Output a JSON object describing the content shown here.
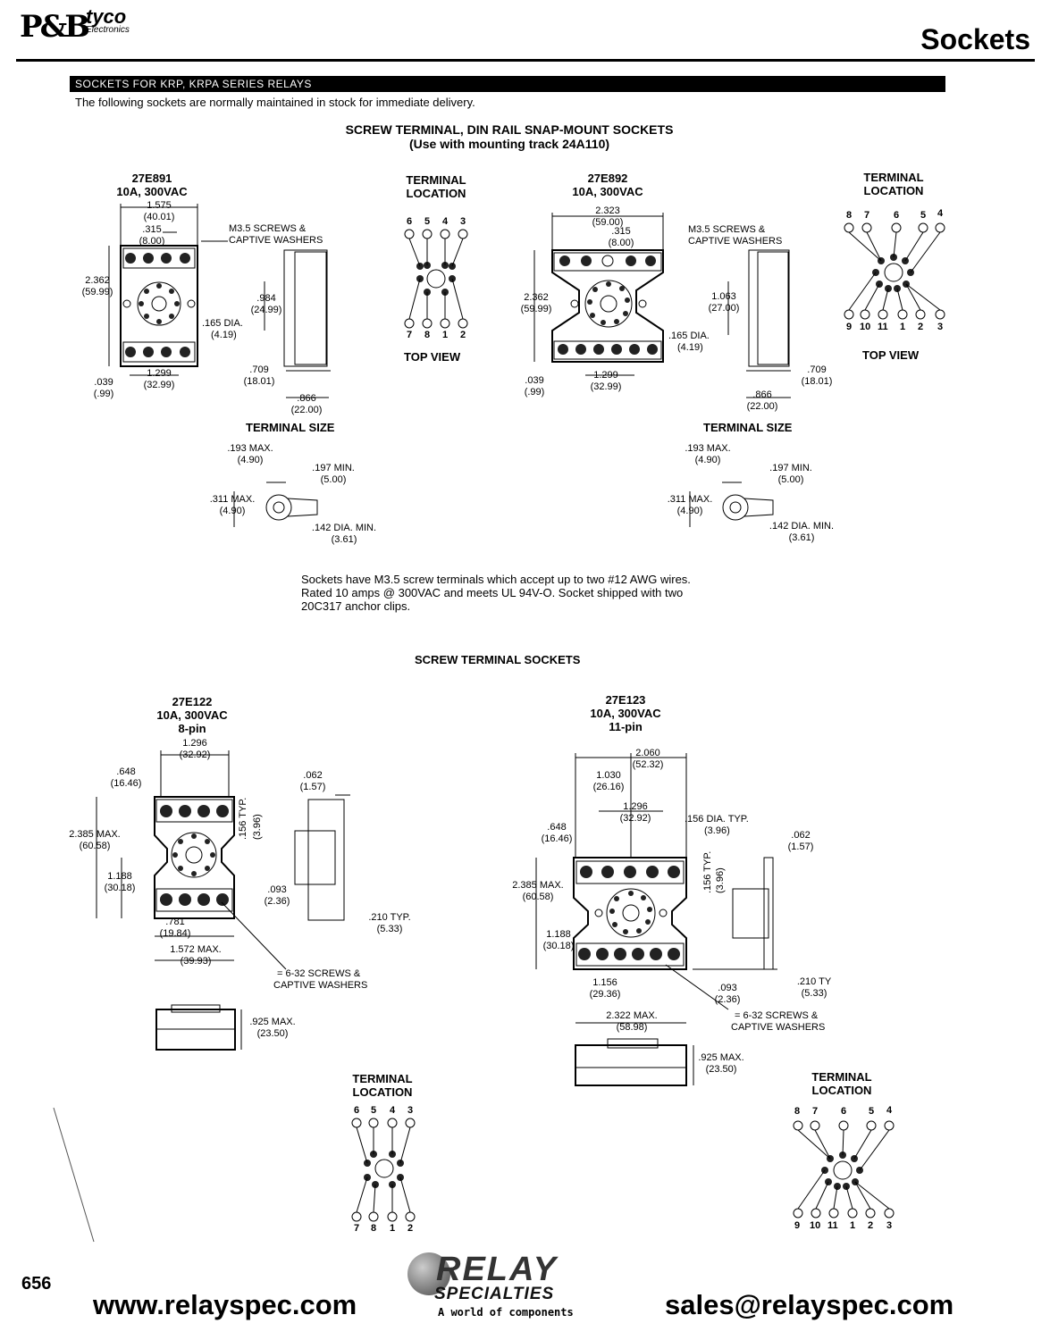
{
  "header": {
    "brand_logo": "P&B",
    "tyco": "tyco",
    "electronics": "Electronics",
    "title": "Sockets"
  },
  "banner": "SOCKETS FOR KRP, KRPA SERIES RELAYS",
  "intro": "The following sockets are normally maintained in stock for immediate delivery.",
  "section1": {
    "title": "SCREW TERMINAL, DIN RAIL SNAP-MOUNT SOCKETS",
    "subtitle": "(Use with mounting track 24A110)",
    "note": "Sockets have M3.5 screw terminals which accept up to two #12 AWG wires. Rated 10 amps @ 300VAC and meets UL 94V-O. Socket shipped with two 20C317 anchor clips.",
    "left": {
      "part": "27E891",
      "rating": "10A, 300VAC",
      "dims": {
        "w1": "1.575",
        "w1m": "(40.01)",
        "w2": ".315",
        "w2m": "(8.00)",
        "screws": "M3.5 SCREWS &",
        "screws2": "CAPTIVE WASHERS",
        "h": "2.362",
        "hm": "(59.99)",
        "side": ".984",
        "sidem": "(24.99)",
        "dia": ".165 DIA.",
        "diam": "(4.19)",
        "d709": ".709",
        "d709m": "(18.01)",
        "b": "1.299",
        "bm": "(32.99)",
        "e": ".039",
        "em": "(.99)",
        "f": ".866",
        "fm": "(22.00)"
      },
      "terminal_title": "TERMINAL",
      "terminal_title2": "LOCATION",
      "top_pins": [
        "6",
        "5",
        "4",
        "3"
      ],
      "bottom_pins": [
        "7",
        "8",
        "1",
        "2"
      ],
      "top_view": "TOP VIEW"
    },
    "right": {
      "part": "27E892",
      "rating": "10A, 300VAC",
      "dims": {
        "w1": "2.323",
        "w1m": "(59.00)",
        "w2": ".315",
        "w2m": "(8.00)",
        "screws": "M3.5 SCREWS &",
        "screws2": "CAPTIVE WASHERS",
        "h": "2.362",
        "hm": "(59.99)",
        "side": "1.063",
        "sidem": "(27.00)",
        "dia": ".165 DIA.",
        "diam": "(4.19)",
        "d709": ".709",
        "d709m": "(18.01)",
        "b": "1.299",
        "bm": "(32.99)",
        "e": ".039",
        "em": "(.99)",
        "f": ".866",
        "fm": "(22.00)"
      },
      "terminal_title": "TERMINAL",
      "terminal_title2": "LOCATION",
      "top_pins": [
        "8",
        "7",
        "6",
        "5",
        "4"
      ],
      "bottom_pins": [
        "9",
        "10",
        "11",
        "1",
        "2",
        "3"
      ],
      "top_view": "TOP VIEW"
    },
    "terminal_size": {
      "title": "TERMINAL SIZE",
      "a": ".193 MAX.",
      "am": "(4.90)",
      "b": ".197 MIN.",
      "bm": "(5.00)",
      "c": ".311 MAX.",
      "cm": "(4.90)",
      "d": ".142 DIA. MIN.",
      "dm": "(3.61)"
    }
  },
  "section2": {
    "title": "SCREW TERMINAL SOCKETS",
    "left": {
      "part": "27E122",
      "rating": "10A, 300VAC",
      "pins": "8-pin",
      "dims": {
        "w": "1.296",
        "wm": "(32.92)",
        "a": ".648",
        "am": "(16.46)",
        "h": "2.385 MAX.",
        "hm": "(60.58)",
        "h2": "1.188",
        "h2m": "(30.18)",
        "typ": ".156 TYP.",
        "typm": "(3.96)",
        "g": ".062",
        "gm": "(1.57)",
        "k": ".093",
        "km": "(2.36)",
        "l": ".781",
        "lm": "(19.84)",
        "m": "1.572 MAX.",
        "mm": "(39.93)",
        "n": ".210 TYP.",
        "nm": "(5.33)",
        "screws": "= 6-32 SCREWS &",
        "screws2": "CAPTIVE WASHERS",
        "p": ".925 MAX.",
        "pm": "(23.50)"
      },
      "terminal_title": "TERMINAL",
      "terminal_title2": "LOCATION",
      "top_pins": [
        "6",
        "5",
        "4",
        "3"
      ],
      "bottom_pins": [
        "7",
        "8",
        "1",
        "2"
      ]
    },
    "right": {
      "part": "27E123",
      "rating": "10A, 300VAC",
      "pins": "11-pin",
      "dims": {
        "w": "2.060",
        "wm": "(52.32)",
        "w2": "1.030",
        "w2m": "(26.16)",
        "w3": "1.296",
        "w3m": "(32.92)",
        "a": ".648",
        "am": "(16.46)",
        "dia": ".156 DIA. TYP.",
        "diam": "(3.96)",
        "g": ".062",
        "gm": "(1.57)",
        "h": "2.385 MAX.",
        "hm": "(60.58)",
        "typ": ".156 TYP.",
        "typm": "(3.96)",
        "h2": "1.188",
        "h2m": "(30.18)",
        "l": "1.156",
        "lm": "(29.36)",
        "k": ".093",
        "km": "(2.36)",
        "n": ".210 TY",
        "nm": "(5.33)",
        "m": "2.322 MAX.",
        "mm": "(58.98)",
        "screws": "= 6-32 SCREWS &",
        "screws2": "CAPTIVE WASHERS",
        "p": ".925 MAX.",
        "pm": "(23.50)"
      },
      "terminal_title": "TERMINAL",
      "terminal_title2": "LOCATION",
      "top_pins": [
        "8",
        "7",
        "6",
        "5",
        "4"
      ],
      "bottom_pins": [
        "9",
        "10",
        "11",
        "1",
        "2",
        "3"
      ]
    }
  },
  "footer": {
    "page": "656",
    "website": "www.relayspec.com",
    "email": "sales@relayspec.com",
    "logo_line1": "RELAY",
    "logo_line2": "SPECIALTIES",
    "logo_tagline": "A world of components"
  }
}
